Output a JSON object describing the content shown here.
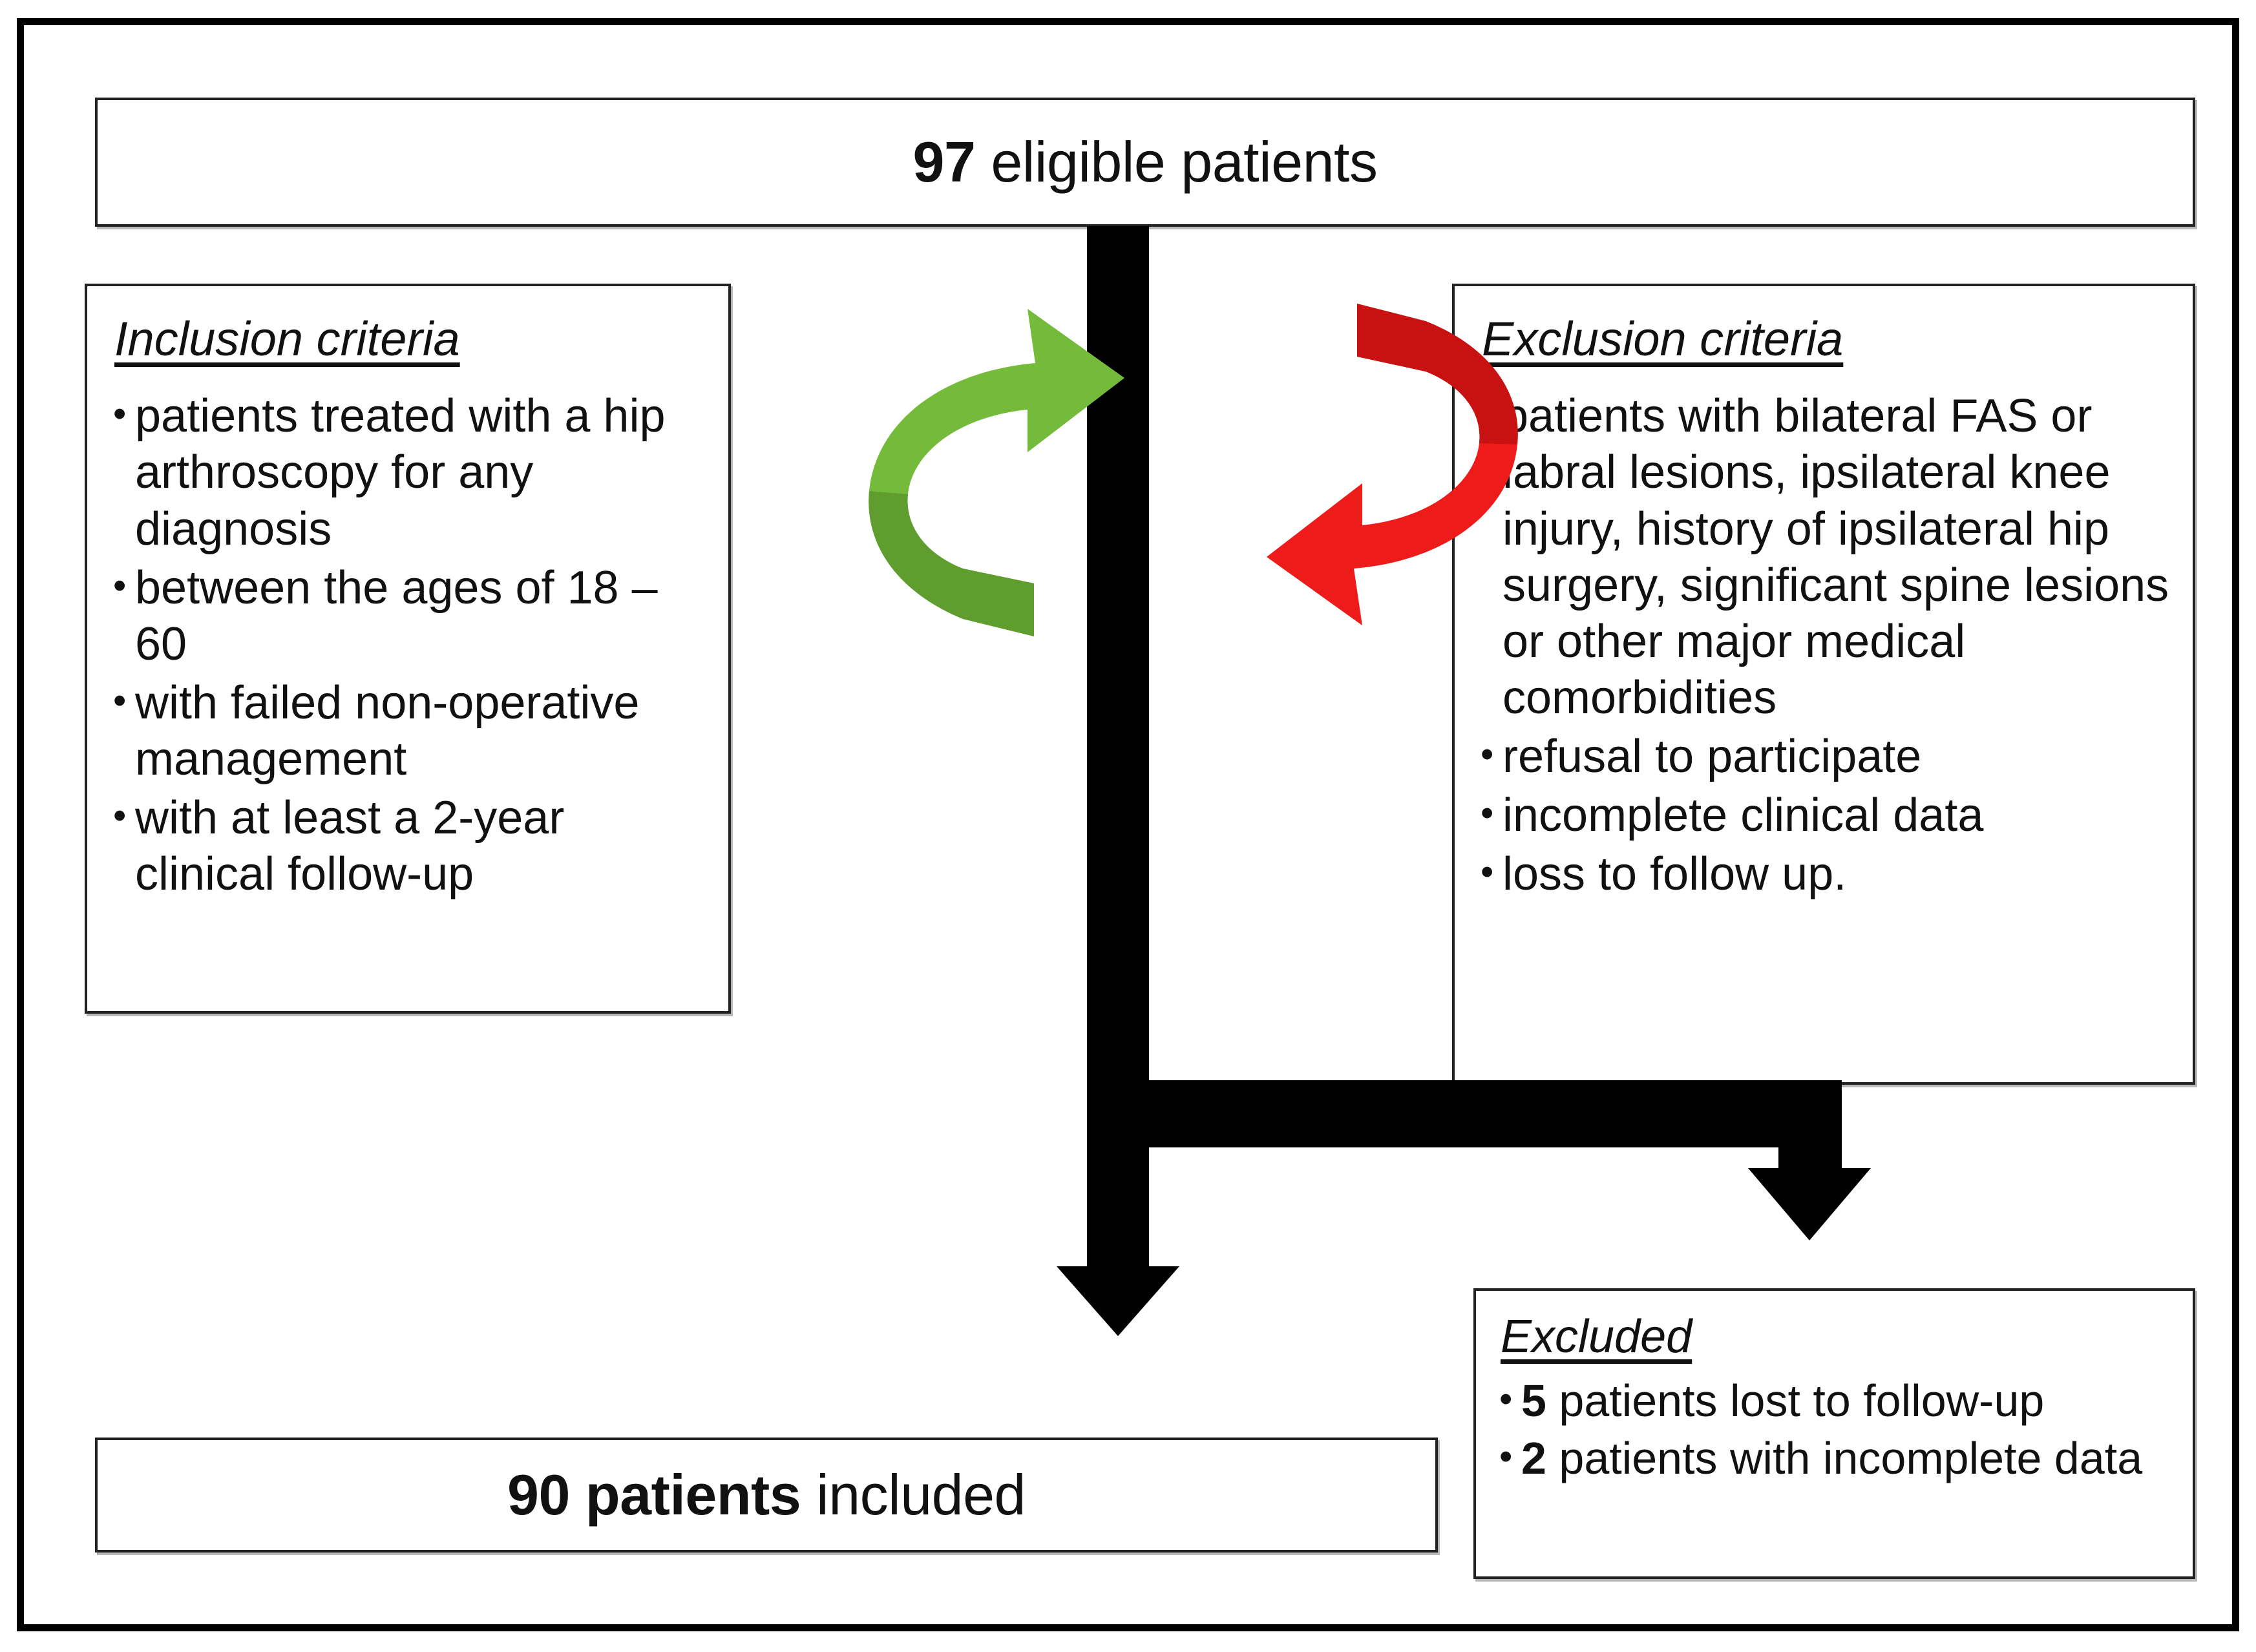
{
  "diagram": {
    "title_box": {
      "count": "97",
      "label": " eligible patients"
    },
    "inclusion": {
      "title": "Inclusion criteria",
      "items": [
        "patients treated with a hip arthroscopy for any diagnosis",
        "between the ages of 18 – 60",
        "with failed non-operative management",
        "with at least a 2-year clinical follow-up"
      ]
    },
    "exclusion": {
      "title": "Exclusion criteria",
      "items": [
        "patients with bilateral FAS or labral lesions, ipsilateral knee injury, history of ipsilateral hip surgery, significant spine lesions or other major medical comorbidities",
        "refusal to participate",
        "incomplete clinical data",
        "loss to follow up."
      ]
    },
    "included_box": {
      "count": "90 patients",
      "label": " included"
    },
    "excluded_box": {
      "title": "Excluded",
      "items": [
        {
          "count": "5",
          "text": " patients lost to follow-up"
        },
        {
          "count": "2",
          "text": " patients with incomplete data"
        }
      ]
    },
    "arrows": {
      "inclusion_arrow": "curved-arrow-green",
      "exclusion_arrow": "curved-arrow-red",
      "main_flow_arrow": "down-arrow-black",
      "branch_flow_arrow": "down-arrow-black"
    },
    "colors": {
      "inclusion_arrow": "#74BB3C",
      "inclusion_arrow_shade": "#5F9E2E",
      "exclusion_arrow": "#EE1B1B",
      "exclusion_arrow_shade": "#C81212",
      "flow_arrow": "#000000",
      "box_border": "#222222",
      "frame": "#000000",
      "text": "#111111"
    }
  }
}
